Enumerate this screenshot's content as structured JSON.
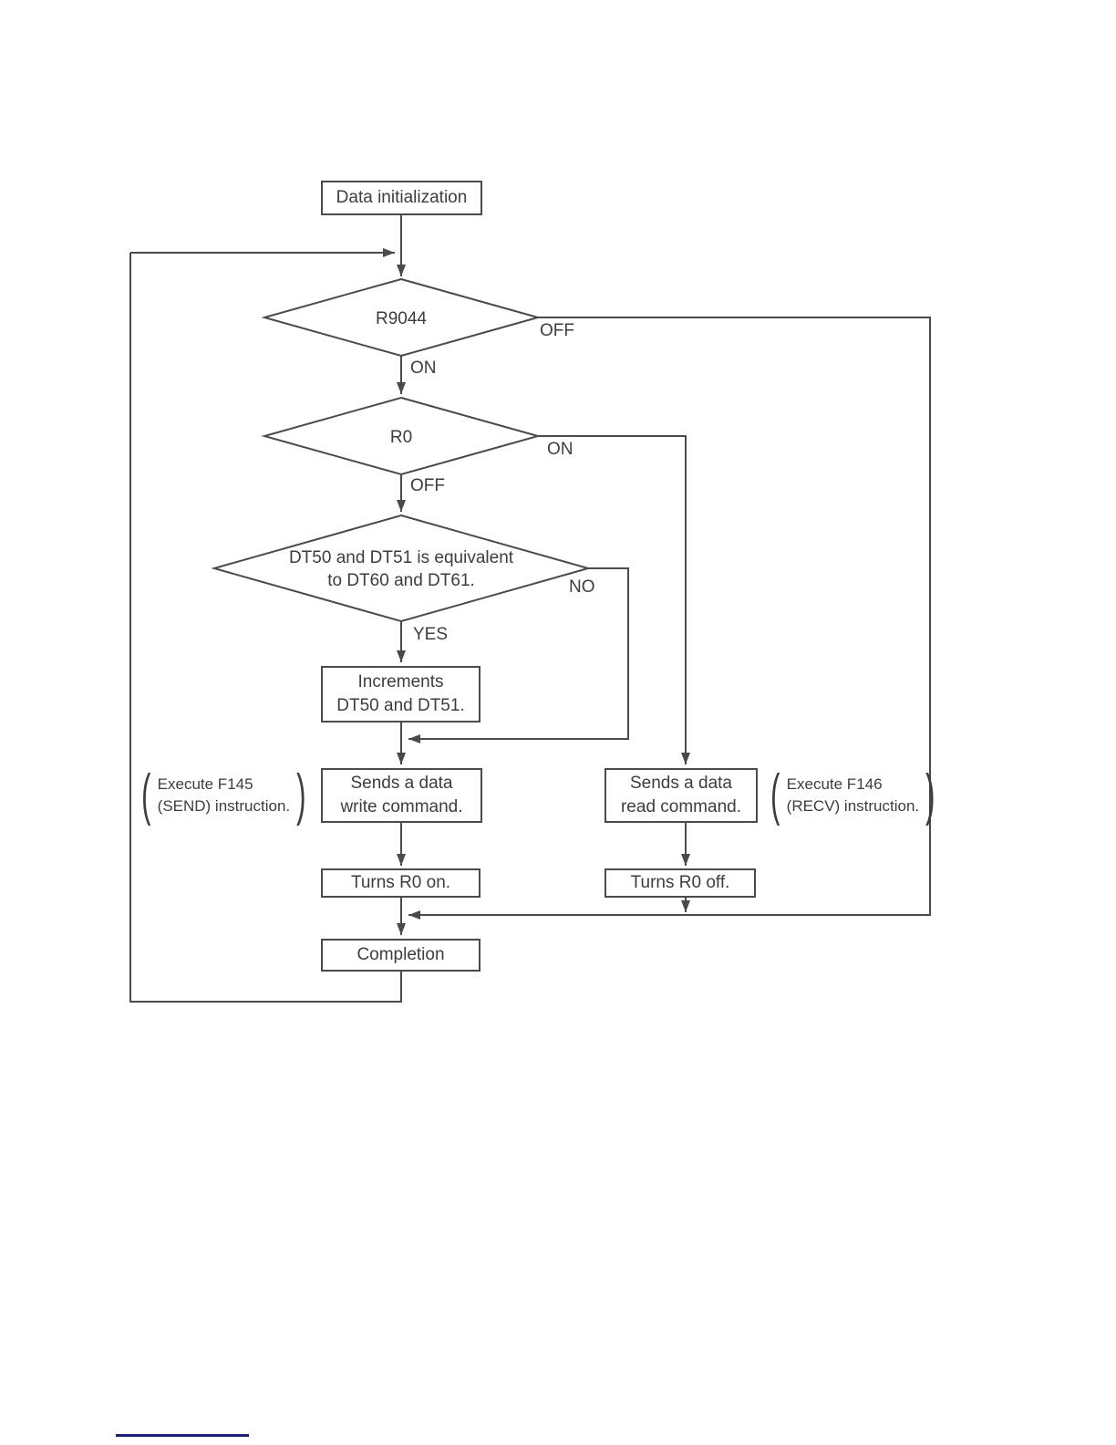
{
  "page": {
    "background": "#ffffff",
    "stroke_color": "#4a4a4a",
    "text_color": "#3d3d3d",
    "link_underline_color": "#1b1b8c"
  },
  "flowchart": {
    "nodes": {
      "data_init": {
        "label": "Data initialization"
      },
      "r9044": {
        "label": "R9044"
      },
      "r0": {
        "label": "R0"
      },
      "dt_equal": {
        "label": "DT50 and DT51 is equivalent\nto DT60 and DT61."
      },
      "increments": {
        "label": "Increments\nDT50 and DT51."
      },
      "send_write": {
        "label": "Sends a data\nwrite command."
      },
      "turns_r0_on": {
        "label": "Turns R0 on."
      },
      "send_read": {
        "label": "Sends a data\nread command."
      },
      "turns_r0_off": {
        "label": "Turns R0 off."
      },
      "completion": {
        "label": "Completion"
      }
    },
    "edge_labels": {
      "r9044_off": "OFF",
      "r9044_on": "ON",
      "r0_on": "ON",
      "r0_off": "OFF",
      "dt_yes": "YES",
      "dt_no": "NO"
    },
    "annotations": {
      "send": "Execute F145\n(SEND) instruction.",
      "recv": "Execute F146\n(RECV) instruction."
    }
  }
}
